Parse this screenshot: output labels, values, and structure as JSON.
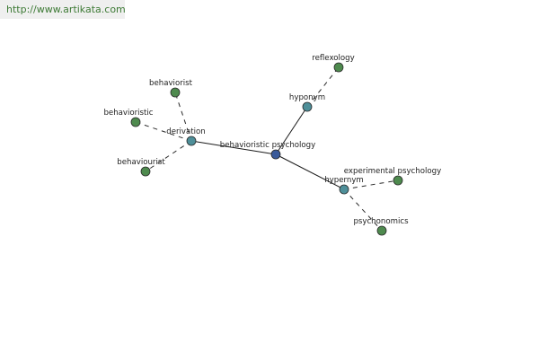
{
  "source_url": "http://www.artikata.com",
  "colors": {
    "root_node": "#3a5a9a",
    "relation_node": "#4e8f99",
    "leaf_node": "#4e8a4e",
    "node_stroke": "#2a2a2a",
    "solid_edge": "#1a1a1a",
    "dashed_edge": "#2a2a2a",
    "label_text": "#222222",
    "url_text": "#3d7a35"
  },
  "nodes": [
    {
      "id": "root",
      "label": "behavioristic psychology",
      "kind": "root"
    },
    {
      "id": "derivation",
      "label": "derivation",
      "kind": "relation"
    },
    {
      "id": "hyponym",
      "label": "hyponym",
      "kind": "relation"
    },
    {
      "id": "hypernym",
      "label": "hypernym",
      "kind": "relation"
    },
    {
      "id": "behaviorist",
      "label": "behaviorist",
      "kind": "leaf"
    },
    {
      "id": "behavioristic",
      "label": "behavioristic",
      "kind": "leaf"
    },
    {
      "id": "behaviourist",
      "label": "behaviourist",
      "kind": "leaf"
    },
    {
      "id": "reflexology",
      "label": "reflexology",
      "kind": "leaf"
    },
    {
      "id": "experimental",
      "label": "experimental psychology",
      "kind": "leaf"
    },
    {
      "id": "psychonomics",
      "label": "psychonomics",
      "kind": "leaf"
    }
  ],
  "edges": [
    {
      "from": "root",
      "to": "derivation",
      "style": "solid"
    },
    {
      "from": "root",
      "to": "hyponym",
      "style": "solid"
    },
    {
      "from": "root",
      "to": "hypernym",
      "style": "solid"
    },
    {
      "from": "derivation",
      "to": "behaviorist",
      "style": "dashed"
    },
    {
      "from": "derivation",
      "to": "behavioristic",
      "style": "dashed"
    },
    {
      "from": "derivation",
      "to": "behaviourist",
      "style": "dashed"
    },
    {
      "from": "hyponym",
      "to": "reflexology",
      "style": "dashed"
    },
    {
      "from": "hypernym",
      "to": "experimental",
      "style": "dashed"
    },
    {
      "from": "hypernym",
      "to": "psychonomics",
      "style": "dashed"
    }
  ]
}
